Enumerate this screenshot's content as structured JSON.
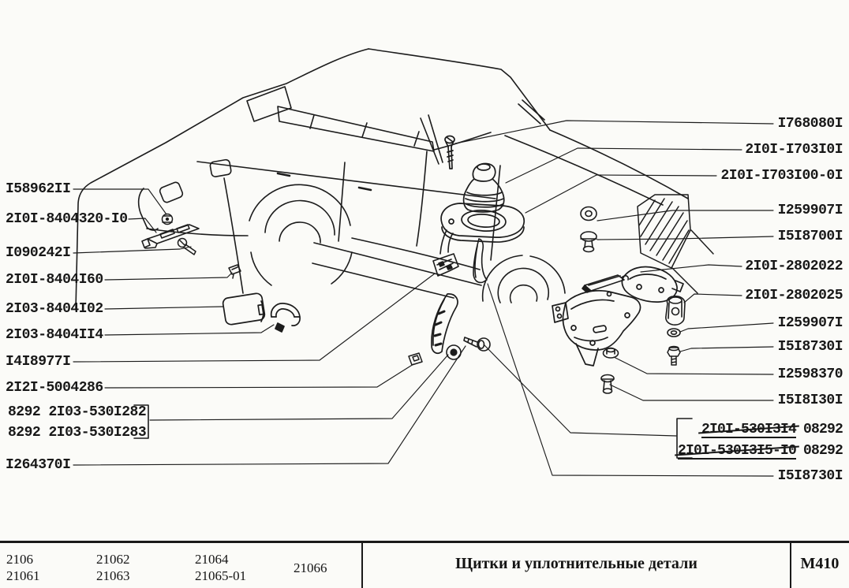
{
  "page": {
    "ink_color": "#1a1a1a",
    "paper_color": "#fbfbf8"
  },
  "diagram": {
    "left_labels": [
      "I58962II",
      "2I0I-8404320-I0",
      "I090242I",
      "2I0I-8404I60",
      "2I03-8404I02",
      "2I03-8404II4",
      "I4I8977I",
      "2I2I-5004286",
      "8292 2I03-530I282",
      "8292 2I03-530I283",
      "I264370I"
    ],
    "right_labels": [
      "I768080I",
      "2I0I-I703I0I",
      "2I0I-I703I00-0I",
      "I259907I",
      "I5I8700I",
      "2I0I-2802022",
      "2I0I-2802025",
      "I259907I",
      "I5I8730I",
      "I2598370",
      "I5I8I30I",
      "I5I8730I"
    ],
    "superseded": [
      {
        "number": "2I0I-530I3I4",
        "code": "08292"
      },
      {
        "number": "2I0I-530I3I5-I0",
        "code": "08292"
      }
    ]
  },
  "footer": {
    "models": [
      [
        "2106",
        "21061"
      ],
      [
        "21062",
        "21063"
      ],
      [
        "21064",
        "21065-01"
      ],
      [
        "21066"
      ]
    ],
    "title": "Щитки и уплотнительные детали",
    "code": "М410"
  }
}
